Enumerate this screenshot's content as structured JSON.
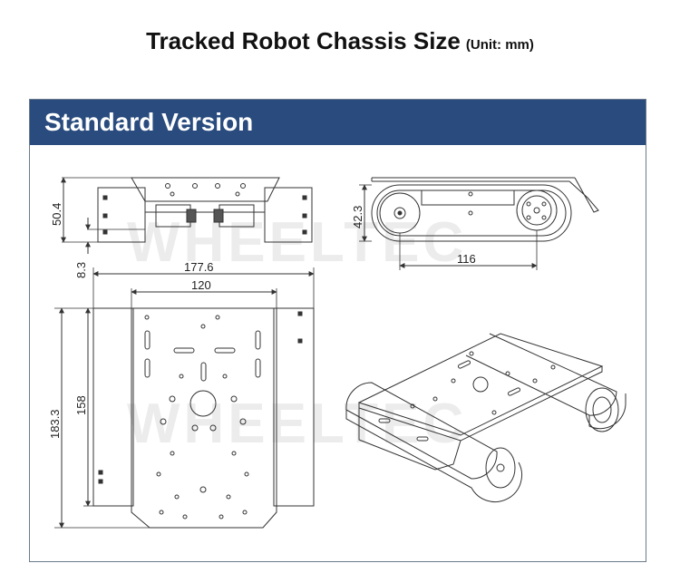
{
  "title": "Tracked Robot Chassis Size",
  "unit_label": "(Unit: mm)",
  "panel_header": "Standard Version",
  "watermark": "WHEELTEC",
  "dimensions": {
    "front_height": "50.4",
    "front_clearance": "8.3",
    "side_height": "42.3",
    "side_wheelbase": "116",
    "top_outer_width": "177.6",
    "top_plate_width": "120",
    "top_outer_length": "183.3",
    "top_plate_length": "158"
  },
  "colors": {
    "header_bg": "#294b7e",
    "line": "#333333",
    "watermark": "#ececec"
  }
}
